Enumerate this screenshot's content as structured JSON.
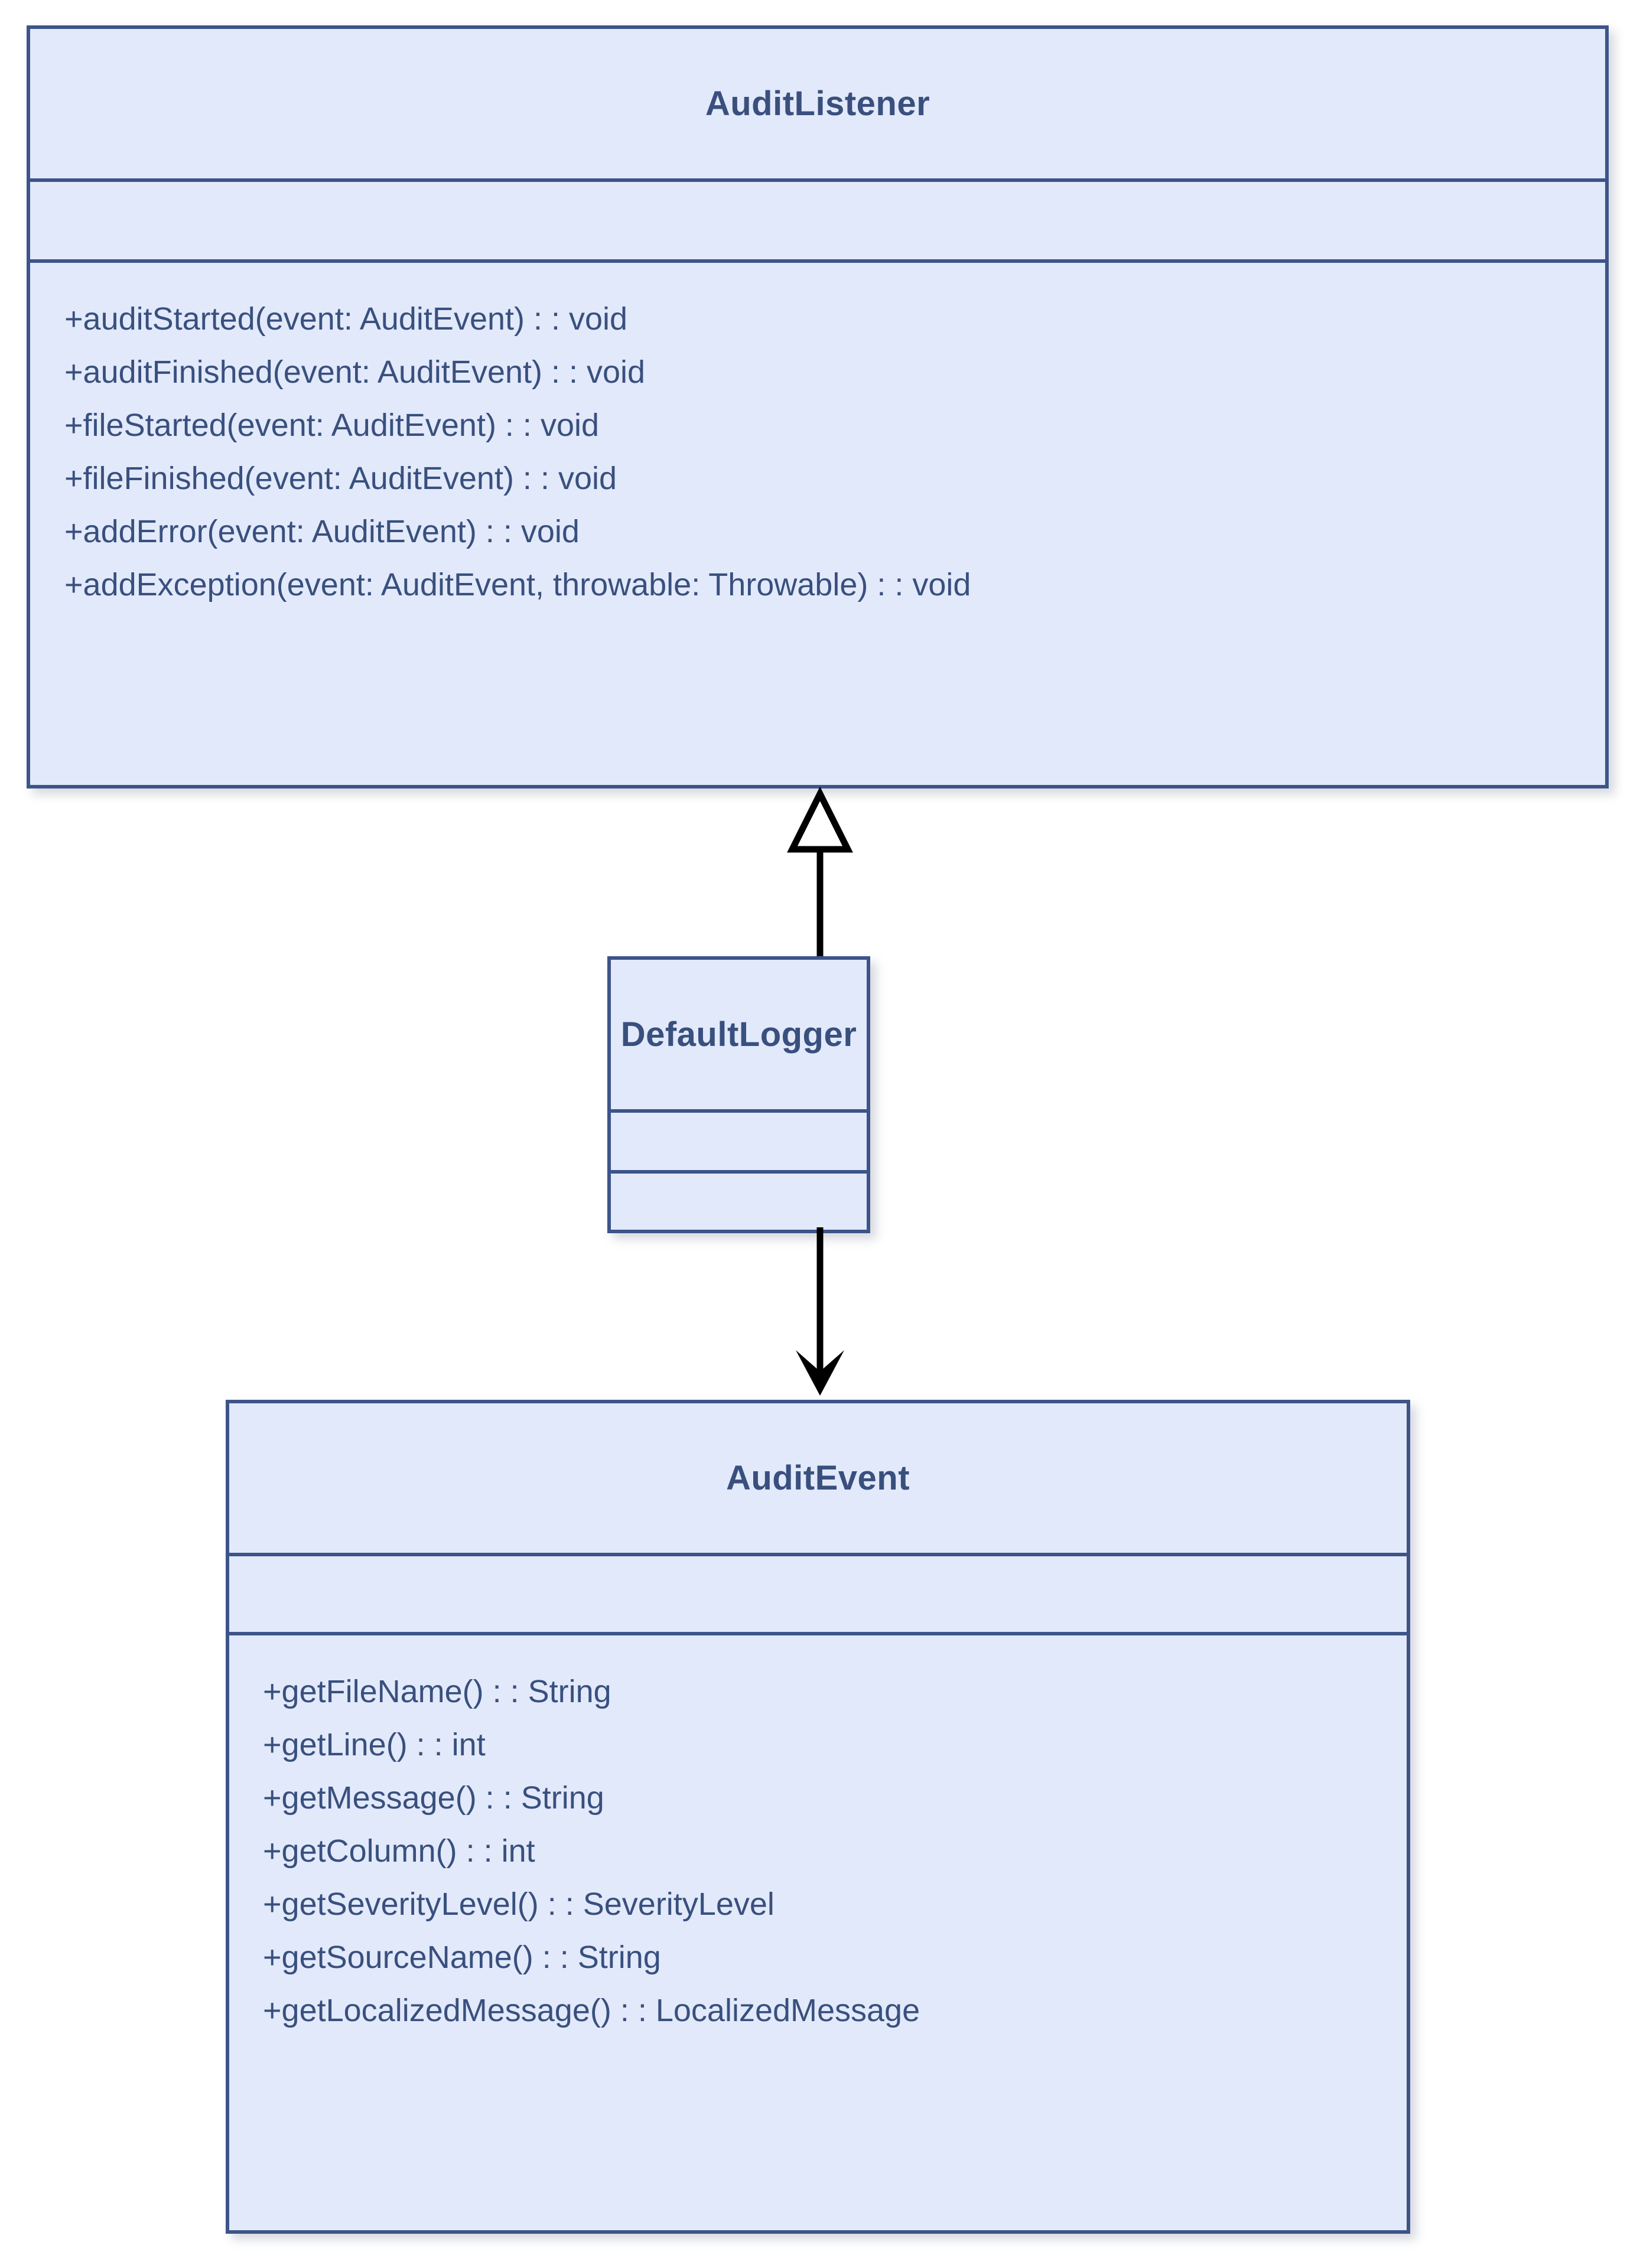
{
  "diagram": {
    "type": "uml-class-diagram",
    "colors": {
      "box_fill": "#e2e9fa",
      "box_border": "#3d5489",
      "text": "#39507e",
      "connector": "#000000",
      "background": "#ffffff"
    },
    "classes": [
      {
        "id": "audit-listener",
        "name": "AuditListener",
        "attributes": [],
        "methods": [
          "+auditStarted(event: AuditEvent) : : void",
          "+auditFinished(event: AuditEvent) : : void",
          "+fileStarted(event: AuditEvent) : : void",
          "+fileFinished(event: AuditEvent) : : void",
          "+addError(event: AuditEvent) : : void",
          "+addException(event: AuditEvent, throwable: Throwable) : : void"
        ]
      },
      {
        "id": "default-logger",
        "name": "DefaultLogger",
        "attributes": [],
        "methods": []
      },
      {
        "id": "audit-event",
        "name": "AuditEvent",
        "attributes": [],
        "methods": [
          "+getFileName() : : String",
          "+getLine() : : int",
          "+getMessage() : : String",
          "+getColumn() : : int",
          "+getSeverityLevel() : : SeverityLevel",
          "+getSourceName() : : String",
          "+getLocalizedMessage() : : LocalizedMessage"
        ]
      }
    ],
    "relationships": [
      {
        "id": "generalization",
        "kind": "generalization",
        "arrowhead": "hollow-triangle",
        "from": "DefaultLogger",
        "to": "AuditListener",
        "direction": "up"
      },
      {
        "id": "association",
        "kind": "directed-association",
        "arrowhead": "open-arrow",
        "from": "DefaultLogger",
        "to": "AuditEvent",
        "direction": "down"
      }
    ]
  }
}
